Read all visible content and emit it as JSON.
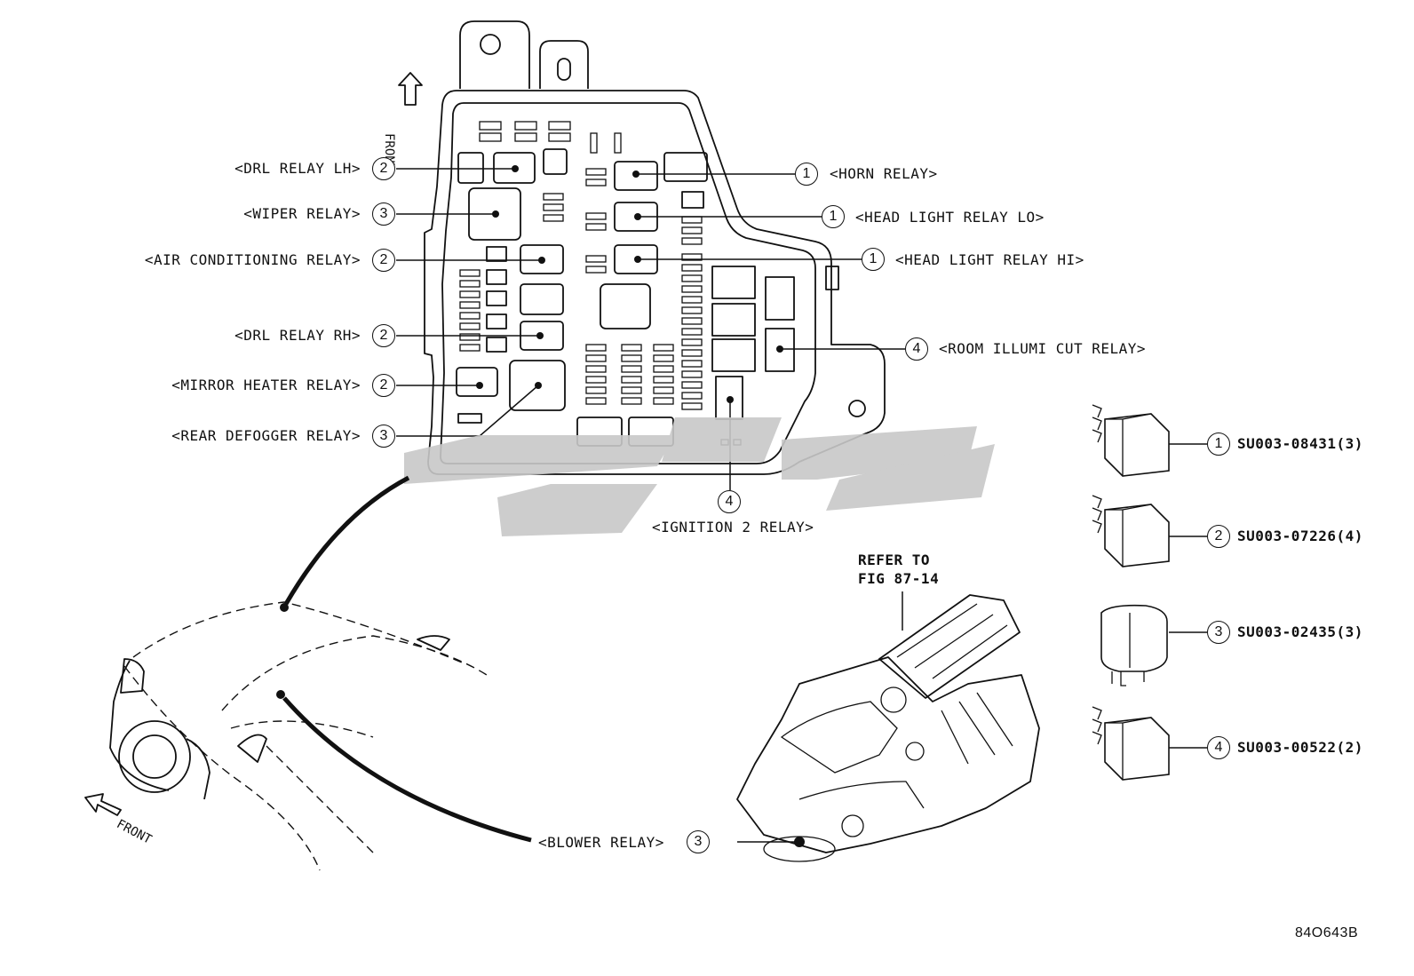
{
  "diagram": {
    "fuse_box_front_label": "FRONT",
    "car_front_label": "FRONT",
    "figure_code": "84O643B",
    "refer_note": {
      "line1": "REFER TO",
      "line2": "FIG 87-14"
    },
    "relays_left": [
      {
        "label": "<DRL RELAY LH>",
        "num": "2"
      },
      {
        "label": "<WIPER RELAY>",
        "num": "3"
      },
      {
        "label": "<AIR CONDITIONING RELAY>",
        "num": "2"
      },
      {
        "label": "<DRL RELAY RH>",
        "num": "2"
      },
      {
        "label": "<MIRROR HEATER RELAY>",
        "num": "2"
      },
      {
        "label": "<REAR DEFOGGER RELAY>",
        "num": "3"
      }
    ],
    "relays_right": [
      {
        "label": "<HORN RELAY>",
        "num": "1"
      },
      {
        "label": "<HEAD LIGHT RELAY LO>",
        "num": "1"
      },
      {
        "label": "<HEAD LIGHT RELAY HI>",
        "num": "1"
      },
      {
        "label": "<ROOM ILLUMI CUT RELAY>",
        "num": "4"
      }
    ],
    "ignition_relay": {
      "label": "<IGNITION 2 RELAY>",
      "num": "4"
    },
    "blower_relay": {
      "label": "<BLOWER RELAY>",
      "num": "3"
    },
    "part_numbers": [
      {
        "num": "1",
        "code": "SU003-08431(3)"
      },
      {
        "num": "2",
        "code": "SU003-07226(4)"
      },
      {
        "num": "3",
        "code": "SU003-02435(3)"
      },
      {
        "num": "4",
        "code": "SU003-00522(2)"
      }
    ]
  }
}
